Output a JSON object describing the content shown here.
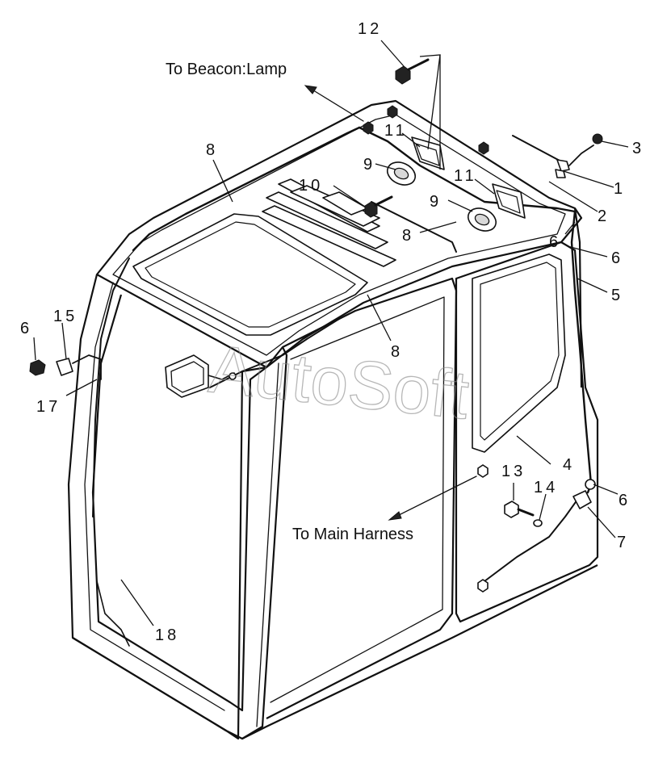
{
  "notes": {
    "beacon": "To Beacon:Lamp",
    "main_harness": "To Main Harness"
  },
  "watermark": "AutoSoft",
  "callouts": [
    {
      "id": "c1",
      "label": "1"
    },
    {
      "id": "c2",
      "label": "2"
    },
    {
      "id": "c3",
      "label": "3"
    },
    {
      "id": "c4",
      "label": "4"
    },
    {
      "id": "c5",
      "label": "5"
    },
    {
      "id": "c6a",
      "label": "6"
    },
    {
      "id": "c6b",
      "label": "6"
    },
    {
      "id": "c6c",
      "label": "6"
    },
    {
      "id": "c6d",
      "label": "6"
    },
    {
      "id": "c7",
      "label": "7"
    },
    {
      "id": "c8a",
      "label": "8"
    },
    {
      "id": "c8b",
      "label": "8"
    },
    {
      "id": "c8c",
      "label": "8"
    },
    {
      "id": "c9a",
      "label": "9"
    },
    {
      "id": "c9b",
      "label": "9"
    },
    {
      "id": "c10",
      "label": "10"
    },
    {
      "id": "c11a",
      "label": "11"
    },
    {
      "id": "c11b",
      "label": "11"
    },
    {
      "id": "c12",
      "label": "12"
    },
    {
      "id": "c13",
      "label": "13"
    },
    {
      "id": "c14",
      "label": "14"
    },
    {
      "id": "c15",
      "label": "15"
    },
    {
      "id": "c17",
      "label": "17"
    },
    {
      "id": "c18",
      "label": "18"
    }
  ]
}
